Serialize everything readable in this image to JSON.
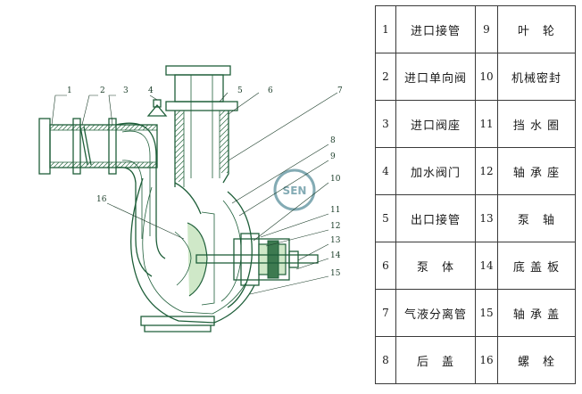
{
  "parts": [
    {
      "no": "1",
      "name": "进口接管"
    },
    {
      "no": "2",
      "name": "进口单向阀"
    },
    {
      "no": "3",
      "name": "进口阀座"
    },
    {
      "no": "4",
      "name": "加水阀门"
    },
    {
      "no": "5",
      "name": "出口接管"
    },
    {
      "no": "6",
      "name": "泵　体"
    },
    {
      "no": "7",
      "name": "气液分离管"
    },
    {
      "no": "8",
      "name": "后　盖"
    },
    {
      "no": "9",
      "name": "叶　轮"
    },
    {
      "no": "10",
      "name": "机械密封"
    },
    {
      "no": "11",
      "name": "挡 水 圈"
    },
    {
      "no": "12",
      "name": "轴 承 座"
    },
    {
      "no": "13",
      "name": "泵　轴"
    },
    {
      "no": "14",
      "name": "底 盖 板"
    },
    {
      "no": "15",
      "name": "轴 承 盖"
    },
    {
      "no": "16",
      "name": "螺　栓"
    }
  ],
  "callouts": [
    "1",
    "2",
    "3",
    "4",
    "5",
    "6",
    "7",
    "8",
    "9",
    "10",
    "11",
    "12",
    "13",
    "14",
    "15",
    "16"
  ],
  "logo": {
    "text": "SEN",
    "color": "#5a8f9c"
  },
  "colors": {
    "line": "#1f5f3a",
    "fill": "#cfe8c8",
    "table_border": "#2b2b2b"
  }
}
